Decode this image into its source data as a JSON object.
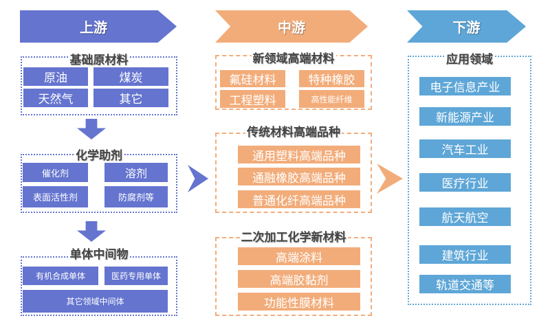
{
  "colors": {
    "upstream": "#6474CF",
    "midstream": "#F2AC7A",
    "downstream": "#5EA6D7"
  },
  "upstream": {
    "header": "上游",
    "groups": [
      {
        "title": "基础原材料",
        "items": [
          "原油",
          "煤炭",
          "天然气",
          "其它"
        ]
      },
      {
        "title": "化学助剂",
        "items": [
          "催化剂",
          "溶剂",
          "表面活性剂",
          "防腐剂等"
        ]
      },
      {
        "title": "单体中间物",
        "items": [
          "有机合成单体",
          "医药专用单体",
          "其它领域中间体"
        ]
      }
    ]
  },
  "midstream": {
    "header": "中游",
    "groups": [
      {
        "title": "新领域高端材料",
        "items": [
          "氟硅材料",
          "特种橡胶",
          "工程塑料",
          "高性能纤维"
        ]
      },
      {
        "title": "传统材料高端品种",
        "items": [
          "通用塑料高端品种",
          "通融橡胶高端品种",
          "普通化纤高端品种"
        ]
      },
      {
        "title": "二次加工化学新材料",
        "items": [
          "高端涂料",
          "高端胶黏剂",
          "功能性膜材料"
        ]
      }
    ]
  },
  "downstream": {
    "header": "下游",
    "groups": [
      {
        "title": "应用领域",
        "items": [
          "电子信息产业",
          "新能源产业",
          "汽车工业",
          "医疗行业",
          "航天航空",
          "建筑行业",
          "轨道交通等"
        ]
      }
    ]
  }
}
